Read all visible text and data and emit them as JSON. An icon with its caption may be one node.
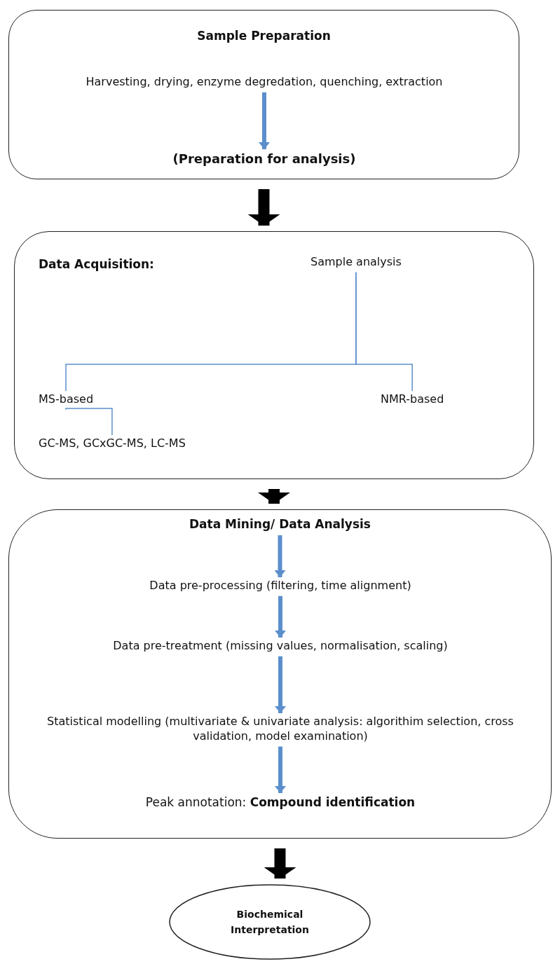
{
  "diagram": {
    "nodes": [
      {
        "text": [
          "Sample Preparation"
        ]
      },
      {
        "text": [
          "Harvesting, drying, enzyme degredation, quenching, extraction"
        ],
        "in": 0
      },
      {
        "text": [
          "(Preparation for analysis)"
        ],
        "in": 0
      },
      {
        "text": [
          "Data Acquisition:"
        ]
      },
      {
        "text": [
          "Sample analysis"
        ],
        "in": 3
      },
      {
        "text": [
          "MS-based"
        ],
        "in": 3
      },
      {
        "text": [
          "NMR-based"
        ],
        "in": 3
      },
      {
        "text": [
          "GC-MS, GCxGC-MS, LC-MS"
        ],
        "in": 3
      },
      {
        "text": [
          "Data Mining/ Data Analysis"
        ]
      },
      {
        "text": [
          "Data pre-processing (filtering, time alignment)"
        ],
        "in": 8
      },
      {
        "text": [
          "Data pre-treatment (missing values, normalisation, scaling)"
        ],
        "in": 8
      },
      {
        "text": [
          "Statistical modelling (multivariate & univariate analysis: algorithim selection, cross validation, model examination)"
        ],
        "in": 8
      },
      {
        "text": [
          "Peak annotation: **Compound identification**"
        ],
        "in": 8
      },
      {
        "text": [
          "Biochemical Interpretation"
        ]
      }
    ],
    "edges": [
      {
        "from": 1,
        "to": 2,
        "arrow": "to"
      },
      {
        "from": 0,
        "to": 3,
        "arrow": "to",
        "style": "thick",
        "color": "#000000"
      },
      {
        "from": 4,
        "to": 5,
        "arrow": "none"
      },
      {
        "from": 4,
        "to": 6,
        "arrow": "none"
      },
      {
        "from": 5,
        "to": 7,
        "arrow": "none"
      },
      {
        "from": 3,
        "to": 8,
        "arrow": "to",
        "style": "thick",
        "color": "#000000"
      },
      {
        "from": 8,
        "to": 9,
        "arrow": "to"
      },
      {
        "from": 9,
        "to": 10,
        "arrow": "to"
      },
      {
        "from": 10,
        "to": 11,
        "arrow": "to"
      },
      {
        "from": 11,
        "to": 12,
        "arrow": "to"
      },
      {
        "from": 8,
        "to": 13,
        "arrow": "to",
        "style": "thick",
        "color": "#000000"
      }
    ]
  }
}
